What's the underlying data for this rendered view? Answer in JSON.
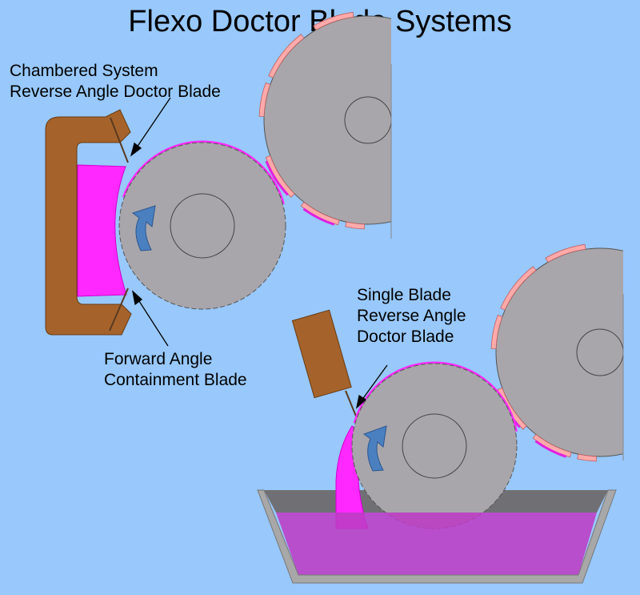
{
  "title": "Flexo Doctor Blade Systems",
  "labels": {
    "chambered_line1": "Chambered System",
    "chambered_line2": "Reverse Angle Doctor Blade",
    "forward_line1": "Forward Angle",
    "forward_line2": "Containment Blade",
    "single_line1": "Single Blade",
    "single_line2": "Reverse Angle",
    "single_line3": "Doctor Blade"
  },
  "colors": {
    "background": "#98c8fc",
    "roller": "#a8a6ab",
    "roller_stroke": "#555555",
    "chamber": "#a5632b",
    "ink": "#ff28ff",
    "ink_stroke": "#d000d0",
    "tray_ink": "#bc3cc4",
    "tray": "#a8a8a8",
    "tray_dark": "#707074",
    "plate": "#ffaaaa",
    "plate_ink": "#e020e0",
    "arrow": "#4a80c0"
  }
}
